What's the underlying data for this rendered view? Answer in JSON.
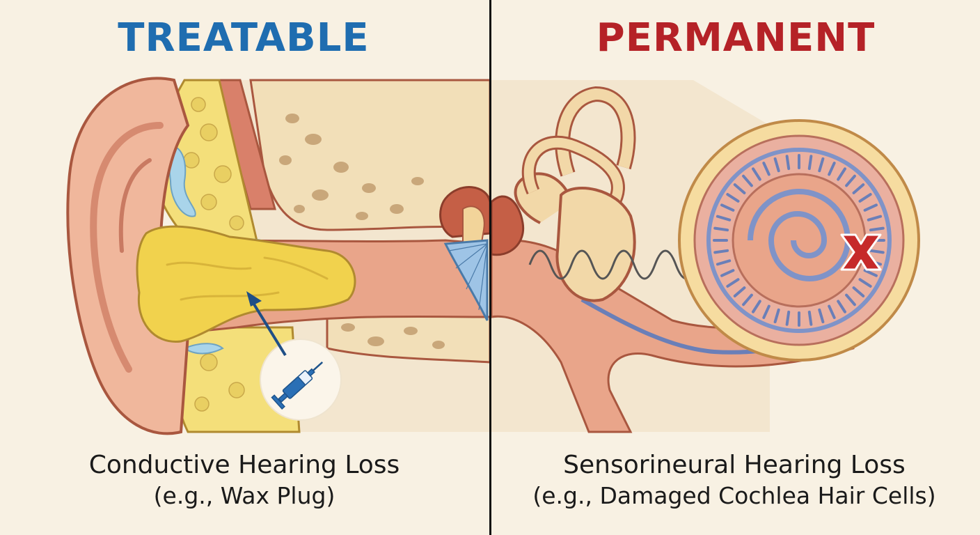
{
  "left": {
    "heading": "TREATABLE",
    "caption_main": "Conductive Hearing Loss",
    "caption_sub": "(e.g., Wax Plug)",
    "heading_color": "#1f6db0",
    "icons": [
      "outer-ear-icon",
      "earwax-plug-icon",
      "syringe-icon",
      "arrow-icon",
      "eardrum-icon"
    ]
  },
  "right": {
    "heading": "PERMANENT",
    "caption_main": "Sensorineural Hearing Loss",
    "caption_sub": "(e.g., Damaged Cochlea Hair Cells)",
    "heading_color": "#b52227",
    "icons": [
      "semicircular-canals-icon",
      "sound-wave-icon",
      "cochlea-icon",
      "x-mark-icon"
    ]
  }
}
